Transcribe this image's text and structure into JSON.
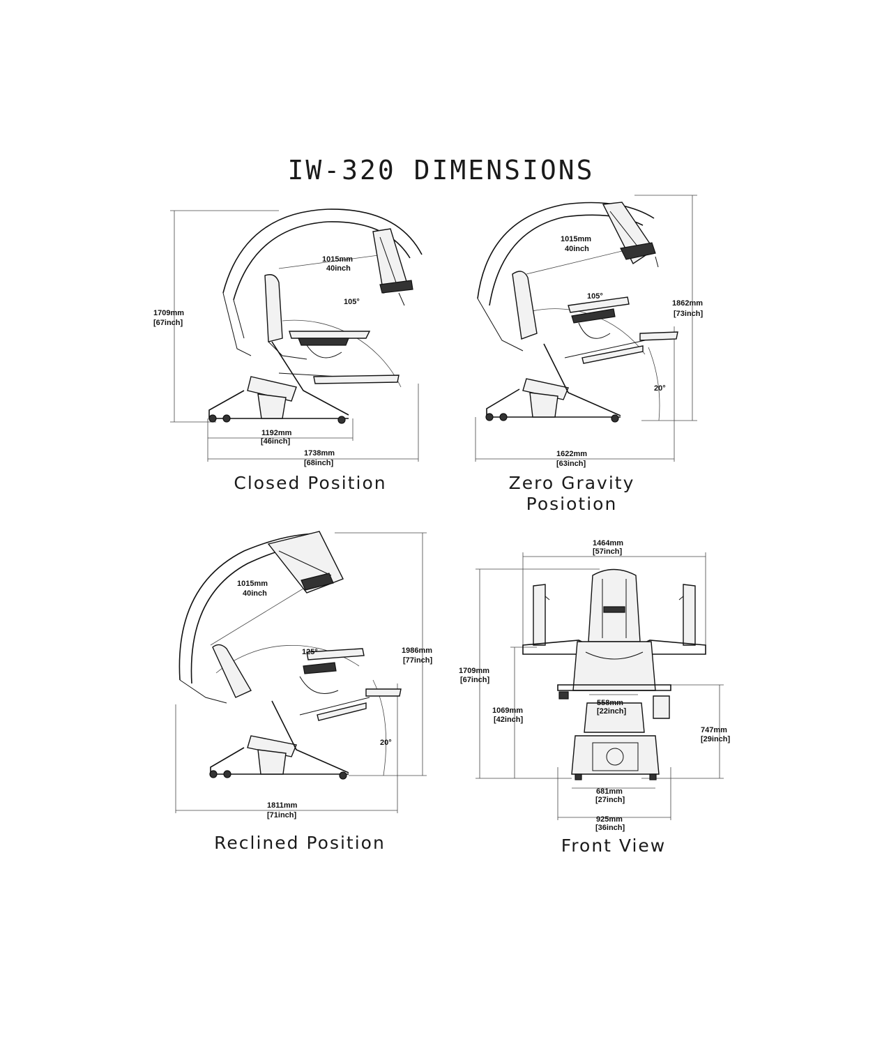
{
  "title": "IW-320 DIMENSIONS",
  "views": {
    "closed": {
      "caption": "Closed Position",
      "height_mm": "1709mm",
      "height_in": "[67inch]",
      "arm_mm": "1015mm",
      "arm_in": "40inch",
      "angle": "105°",
      "base_mm": "1192mm",
      "base_in": "[46inch]",
      "length_mm": "1738mm",
      "length_in": "[68inch]"
    },
    "zero_gravity": {
      "caption_line1": "Zero Gravity",
      "caption_line2": "Posiotion",
      "height_mm": "1862mm",
      "height_in": "[73inch]",
      "arm_mm": "1015mm",
      "arm_in": "40inch",
      "angle": "105°",
      "tilt": "20°",
      "length_mm": "1622mm",
      "length_in": "[63inch]"
    },
    "reclined": {
      "caption": "Reclined Position",
      "height_mm": "1986mm",
      "height_in": "[77inch]",
      "arm_mm": "1015mm",
      "arm_in": "40inch",
      "angle": "125°",
      "tilt": "20°",
      "length_mm": "1811mm",
      "length_in": "[71inch]"
    },
    "front": {
      "caption": "Front View",
      "width_mm": "1464mm",
      "width_in": "[57inch]",
      "height_mm": "1709mm",
      "height_in": "[67inch]",
      "mid_height_mm": "1069mm",
      "mid_height_in": "[42inch]",
      "seat_mm": "558mm",
      "seat_in": "[22inch]",
      "desk_height_mm": "747mm",
      "desk_height_in": "[29inch]",
      "base_inner_mm": "681mm",
      "base_inner_in": "[27inch]",
      "base_outer_mm": "925mm",
      "base_outer_in": "[36inch]"
    }
  }
}
